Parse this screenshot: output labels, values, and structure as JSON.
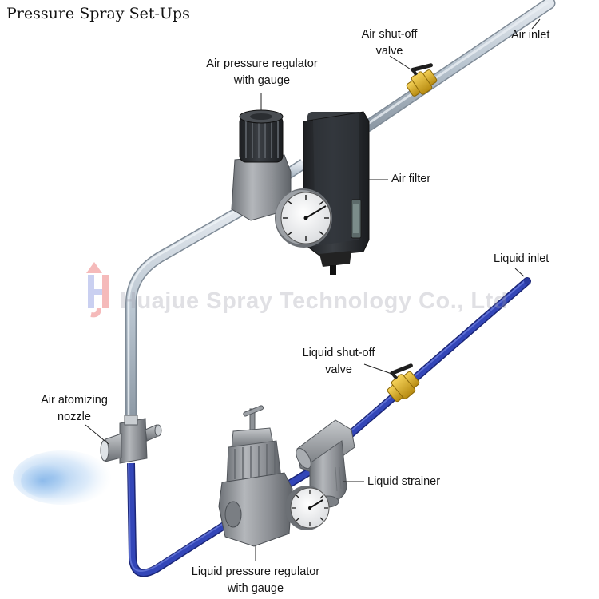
{
  "title": "Pressure Spray Set-Ups",
  "labels": {
    "air_inlet": "Air inlet",
    "air_shutoff_valve_line1": "Air shut-off",
    "air_shutoff_valve_line2": "valve",
    "air_regulator_line1": "Air pressure regulator",
    "air_regulator_line2": "with gauge",
    "air_filter": "Air filter",
    "liquid_inlet": "Liquid inlet",
    "liquid_shutoff_valve_line1": "Liquid shut-off",
    "liquid_shutoff_valve_line2": "valve",
    "air_atomizing_nozzle_line1": "Air atomizing",
    "air_atomizing_nozzle_line2": "nozzle",
    "liquid_strainer": "Liquid strainer",
    "liquid_regulator_line1": "Liquid pressure regulator",
    "liquid_regulator_line2": "with gauge"
  },
  "watermark": {
    "logo_text": "HJ",
    "text": "Huajue Spray Technology Co., Ltd"
  },
  "colors": {
    "air_pipe": "#b9c5d0",
    "liquid_pipe": "#2f3fa8",
    "valve_brass": "#e0b22a",
    "valve_handle": "#222222",
    "component_gray": "#8c8f94",
    "filter_body": "#2c2f33",
    "spray_mist": "#7fb2e8"
  }
}
